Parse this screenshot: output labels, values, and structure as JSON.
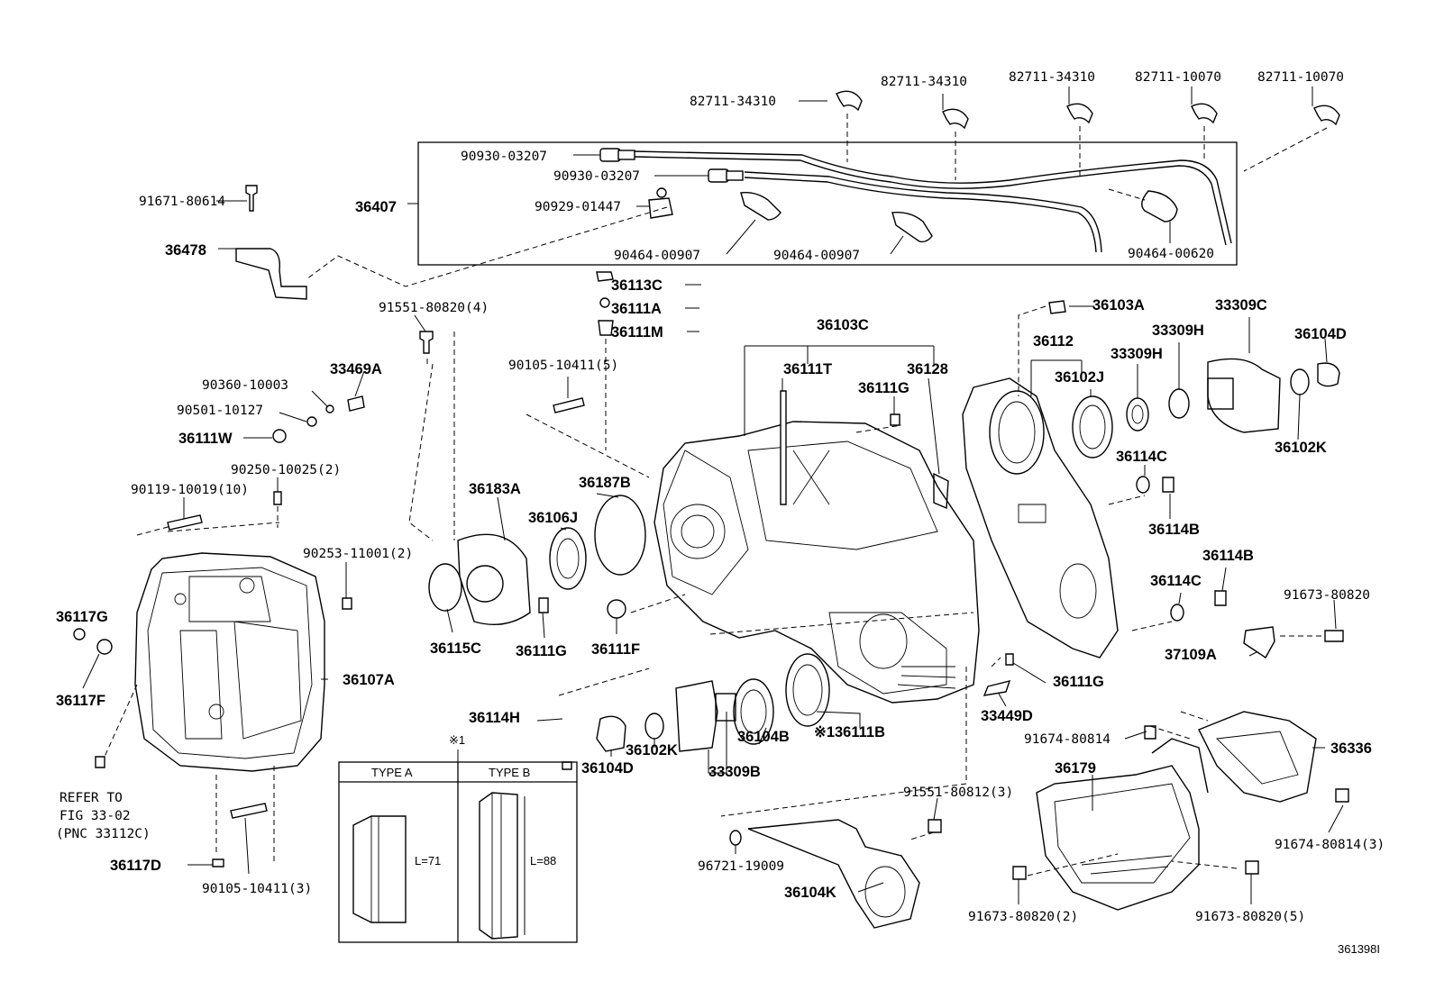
{
  "labels": {
    "l82711_34310_a": "82711-34310",
    "l82711_34310_b": "82711-34310",
    "l82711_34310_c": "82711-34310",
    "l82711_10070_a": "82711-10070",
    "l82711_10070_b": "82711-10070",
    "l90930_03207_a": "90930-03207",
    "l90930_03207_b": "90930-03207",
    "l90929_01447": "90929-01447",
    "l90464_00907_a": "90464-00907",
    "l90464_00907_b": "90464-00907",
    "l90464_00620": "90464-00620",
    "l36407": "36407",
    "l91671_80614": "91671-80614",
    "l36478": "36478",
    "l91551_80820": "91551-80820(4)",
    "l90360_10003": "90360-10003",
    "l33469A": "33469A",
    "l90501_10127": "90501-10127",
    "l36111W": "36111W",
    "l90250_10025": "90250-10025(2)",
    "l90119_10019": "90119-10019(10)",
    "l90253_11001": "90253-11001(2)",
    "l36117G": "36117G",
    "l36117F": "36117F",
    "l36107A": "36107A",
    "l_refer1": "REFER TO",
    "l_refer2": "FIG 33-02",
    "l_refer3": "(PNC 33112C)",
    "l36117D": "36117D",
    "l90105_10411_3": "90105-10411(3)",
    "l36113C": "36113C",
    "l36111A": "36111A",
    "l36111M": "36111M",
    "l90105_10411_5": "90105-10411(5)",
    "l36183A": "36183A",
    "l36187B": "36187B",
    "l36106J": "36106J",
    "l36115C": "36115C",
    "l36111G_a": "36111G",
    "l36111F": "36111F",
    "l36114H": "36114H",
    "l36104D_a": "36104D",
    "l36102K_a": "36102K",
    "l33309B": "33309B",
    "l36104B": "36104B",
    "l36111B": "※136111B",
    "l36103C": "36103C",
    "l36111T": "36111T",
    "l36128": "36128",
    "l36111G_b": "36111G",
    "l36103A": "36103A",
    "l36112": "36112",
    "l36102J": "36102J",
    "l33309H_a": "33309H",
    "l33309H_b": "33309H",
    "l33309C": "33309C",
    "l36104D_b": "36104D",
    "l36102K_b": "36102K",
    "l36114C_a": "36114C",
    "l36114B_a": "36114B",
    "l36114B_b": "36114B",
    "l36114C_b": "36114C",
    "l91673_80820_a": "91673-80820",
    "l37109A": "37109A",
    "l36111G_c": "36111G",
    "l33449D": "33449D",
    "l91674_80814_a": "91674-80814",
    "l36336": "36336",
    "l36179": "36179",
    "l91551_80812": "91551-80812(3)",
    "l91674_80814_b": "91674-80814(3)",
    "l96721_19009": "96721-19009",
    "l36104K": "36104K",
    "l91673_80820_b": "91673-80820(2)",
    "l91673_80820_c": "91673-80820(5)",
    "l_note": "※1",
    "l_typeA": "TYPE A",
    "l_typeB": "TYPE B",
    "l_L71": "L=71",
    "l_L88": "L=88",
    "l_fig": "361398I"
  }
}
